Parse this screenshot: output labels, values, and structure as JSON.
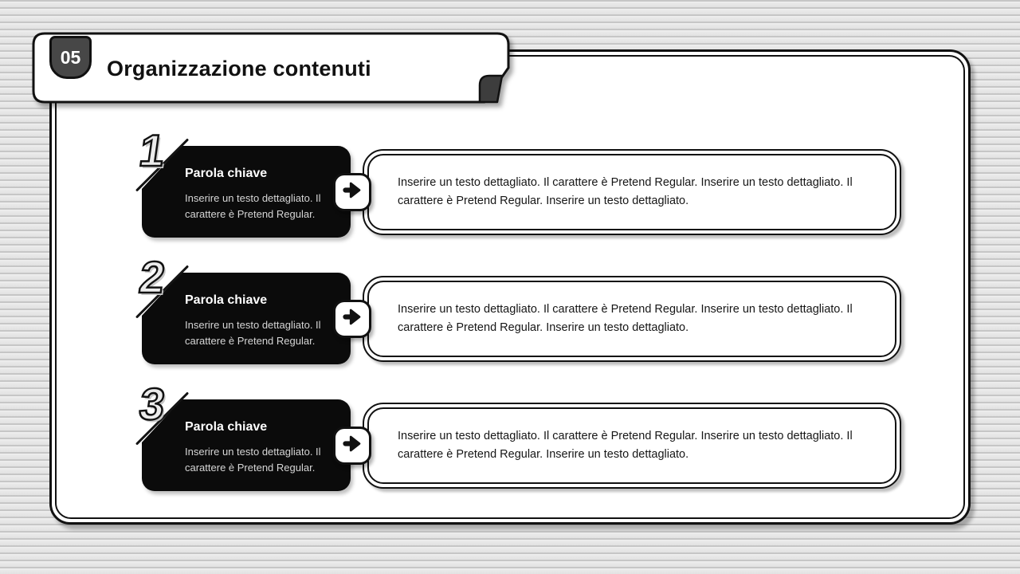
{
  "slide": {
    "badge": "05",
    "title": "Organizzazione contenuti"
  },
  "rows": [
    {
      "number": "1",
      "keyword": "Parola chiave",
      "summary": "Inserire un testo dettagliato. Il carattere è Pretend Regular.",
      "detail": "Inserire un testo dettagliato. Il carattere è Pretend Regular. Inserire un testo dettagliato. Il carattere è Pretend Regular. Inserire un testo dettagliato."
    },
    {
      "number": "2",
      "keyword": "Parola chiave",
      "summary": "Inserire un testo dettagliato. Il carattere è Pretend Regular.",
      "detail": "Inserire un testo dettagliato. Il carattere è Pretend Regular. Inserire un testo dettagliato. Il carattere è Pretend Regular. Inserire un testo dettagliato."
    },
    {
      "number": "3",
      "keyword": "Parola chiave",
      "summary": "Inserire un testo dettagliato. Il carattere è Pretend Regular.",
      "detail": "Inserire un testo dettagliato. Il carattere è Pretend Regular. Inserire un testo dettagliato. Il carattere è Pretend Regular. Inserire un testo dettagliato."
    }
  ],
  "icons": {
    "arrow": "arrow-right-icon",
    "fold": "folded-corner"
  },
  "colors": {
    "box_black": "#0b0b0b",
    "badge_gray": "#474747",
    "fold_gray": "#3d3d3d",
    "stripe_line": "#c6c6c6",
    "stripe_bg": "#e6e6e6",
    "card_white": "#ffffff",
    "ink": "#111111"
  }
}
